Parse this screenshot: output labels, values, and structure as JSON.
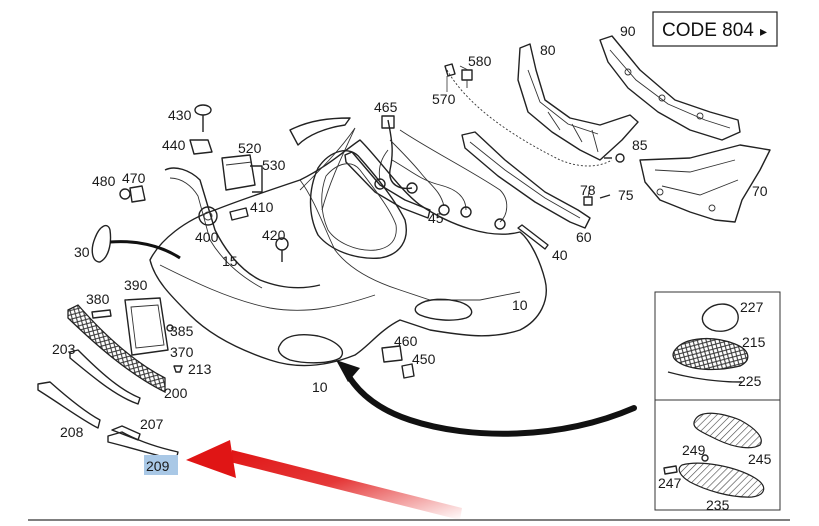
{
  "code_box": {
    "text": "CODE 804",
    "arrow": "▸"
  },
  "labels": {
    "l90": "90",
    "l80": "80",
    "l580": "580",
    "l570": "570",
    "l465": "465",
    "l430": "430",
    "l440": "440",
    "l520": "520",
    "l530": "530",
    "l480": "480",
    "l470": "470",
    "l410": "410",
    "l400": "400",
    "l420": "420",
    "l15": "15",
    "l30": "30",
    "l45": "45",
    "l85": "85",
    "l78": "78",
    "l75": "75",
    "l70": "70",
    "l60": "60",
    "l40": "40",
    "l10a": "10",
    "l10b": "10",
    "l390": "390",
    "l380": "380",
    "l385": "385",
    "l370": "370",
    "l213": "213",
    "l203": "203",
    "l200": "200",
    "l460": "460",
    "l450": "450",
    "l207": "207",
    "l208": "208",
    "l209": "209",
    "l227": "227",
    "l215": "215",
    "l225": "225",
    "l249": "249",
    "l245": "245",
    "l247": "247",
    "l235": "235"
  },
  "highlight": {
    "part": "209",
    "color": "#a9c8e6"
  },
  "colors": {
    "arrow_red": "#e01515",
    "arrow_black": "#111111"
  }
}
